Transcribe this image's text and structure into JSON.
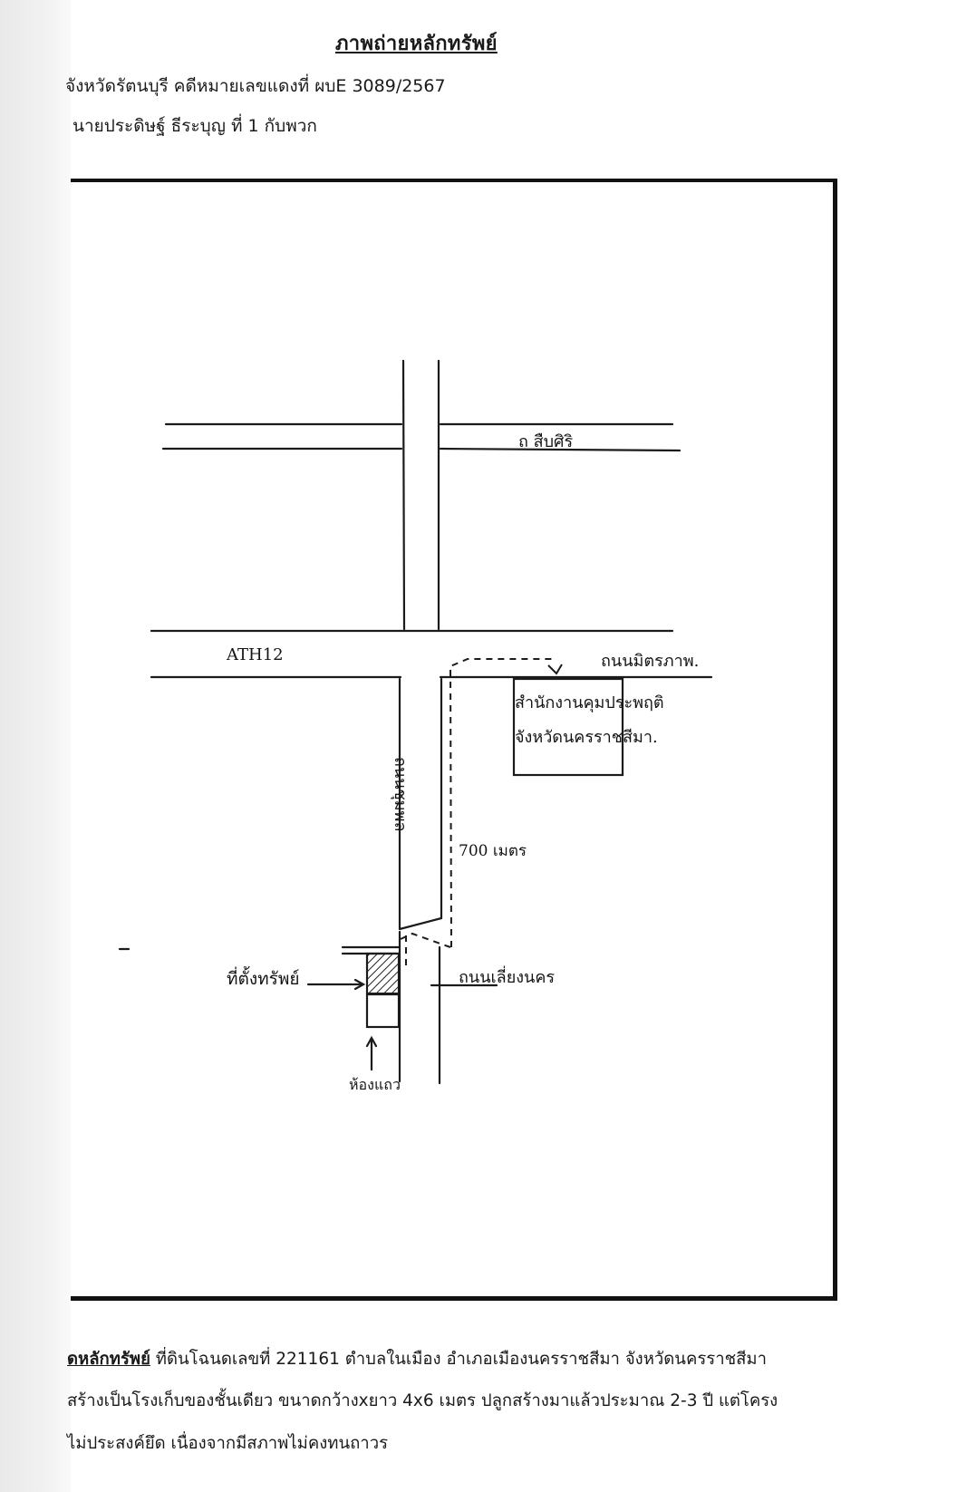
{
  "header": {
    "title": "ภาพถ่ายหลักทรัพย์",
    "case_line": "จังหวัดรัตนบุรี คดีหมายเลขแดงที่ ผบE 3089/2567",
    "party_line": "นายประดิษฐ์ ธีระบุญ ที่ 1 กับพวก"
  },
  "map": {
    "road_top": "ถ สืบศิริ",
    "road_ath": "ATH12",
    "road_mittraphap": "ถนนมิตรภาพ.",
    "office_line1": "สำนักงานคุมประพฤติ",
    "office_line2": "จังหวัดนครราชสีมา.",
    "road_vertical": "ถนนชุมพล",
    "distance": "700 เมตร",
    "property_location": "ที่ตั้งทรัพย์",
    "road_bypass": "ถนนเลี่ยงนคร",
    "row_house": "ห้องแถว"
  },
  "description": {
    "lead": "ดหลักทรัพย์",
    "line1_rest": " ที่ดินโฉนดเลขที่ 221161 ตำบลในเมือง อำเภอเมืองนครราชสีมา จังหวัดนครราชสีมา",
    "line2": "สร้างเป็นโรงเก็บของชั้นเดียว ขนาดกว้างxยาว 4x6 เมตร ปลูกสร้างมาแล้วประมาณ 2-3 ปี แต่โครง",
    "line3": "ไม่ประสงค์ยึด เนื่องจากมีสภาพไม่คงทนถาวร"
  }
}
